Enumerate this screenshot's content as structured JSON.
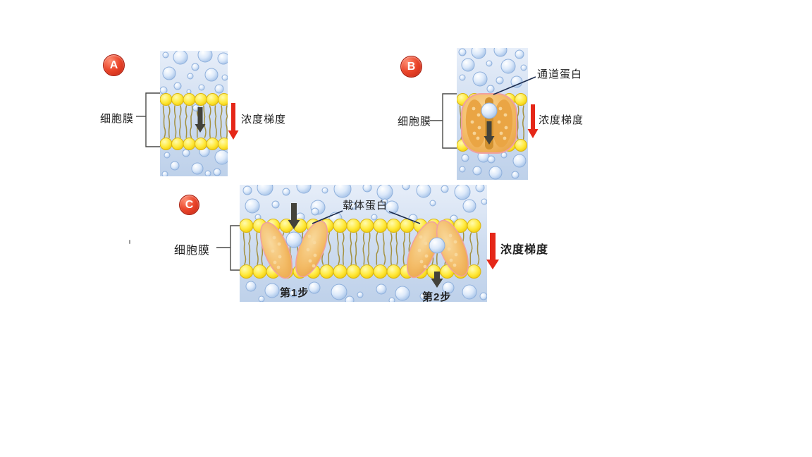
{
  "panels": {
    "a": {
      "badge": "A",
      "membrane_label": "细胞膜",
      "gradient_label": "浓度梯度"
    },
    "b": {
      "badge": "B",
      "membrane_label": "细胞膜",
      "protein_label": "通道蛋白",
      "gradient_label": "浓度梯度"
    },
    "c": {
      "badge": "C",
      "membrane_label": "细胞膜",
      "protein_label": "载体蛋白",
      "gradient_label": "浓度梯度",
      "step1_label": "第1步",
      "step2_label": "第2步"
    }
  },
  "colors": {
    "badge_red": "#e0351b",
    "arrow_red": "#e52718",
    "arrow_black": "#43423a",
    "head_yellow": "#ffe93c",
    "head_outline": "#d9b411",
    "tail_olive": "#a3913f",
    "protein_orange": "#f3bb66",
    "protein_outline": "#efa0a0",
    "molecule_blue": "#dce9fa",
    "molecule_outline": "#8fb0dc",
    "bracket_gray": "#4a4a48",
    "leader_navy": "#1b2b4e"
  }
}
